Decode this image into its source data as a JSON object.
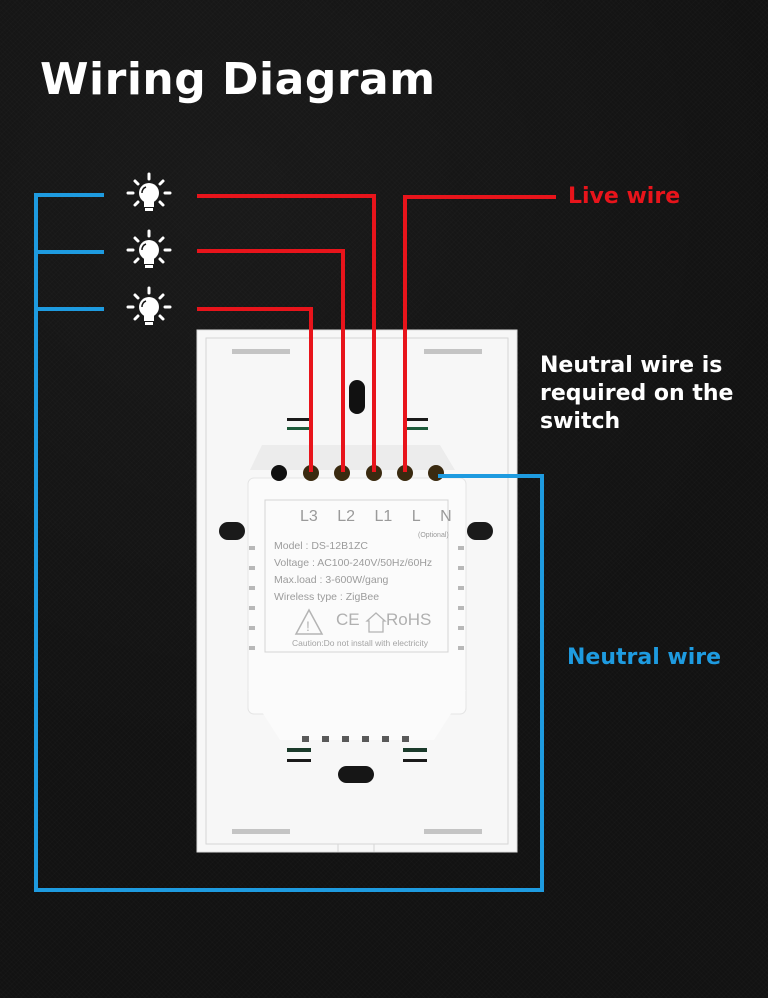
{
  "title": "Wiring Diagram",
  "legend": {
    "live_wire": "Live wire",
    "neutral_wire": "Neutral wire",
    "note": "Neutral wire is required on the switch"
  },
  "colors": {
    "background": "#121212",
    "live": "#e8141b",
    "neutral": "#1e9be0",
    "text": "#ffffff",
    "plate": "#f7f7f7"
  },
  "lamps": [
    {
      "id": "lamp-1",
      "icon": "light-bulb-icon",
      "connects_to": "L1"
    },
    {
      "id": "lamp-2",
      "icon": "light-bulb-icon",
      "connects_to": "L2"
    },
    {
      "id": "lamp-3",
      "icon": "light-bulb-icon",
      "connects_to": "L3"
    }
  ],
  "switch": {
    "terminals": [
      "L3",
      "L2",
      "L1",
      "L",
      "N"
    ],
    "optional_note": "(Optional)",
    "model": "Model : DS-12B1ZC",
    "voltage": "Voltage : AC100-240V/50Hz/60Hz",
    "max_load": "Max.load : 3-600W/gang",
    "wireless": "Wireless type : ZigBee",
    "ce_mark": "CE",
    "rohs_mark": "RoHS",
    "caution": "Caution:Do not install with electricity"
  }
}
